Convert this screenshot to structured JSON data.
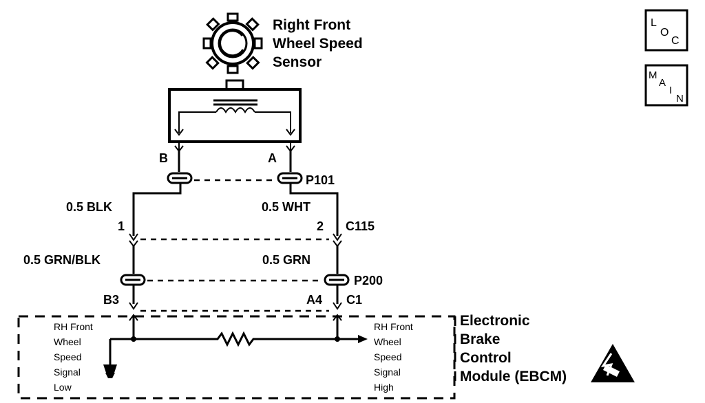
{
  "sensor": {
    "label_line1": "Right Front",
    "label_line2": "Wheel Speed",
    "label_line3": "Sensor"
  },
  "icons": {
    "loc": {
      "main": "L",
      "sub1": "O",
      "sub2": "C"
    },
    "main": {
      "main": "M",
      "sub1": "A",
      "sub2": "I",
      "sub3": "N"
    }
  },
  "pins": {
    "sensor_b": "B",
    "sensor_a": "A"
  },
  "connectors": {
    "p101": "P101",
    "c115": "C115",
    "p200": "P200",
    "c1": "C1"
  },
  "wires": {
    "left_upper": "0.5 BLK",
    "right_upper": "0.5 WHT",
    "left_lower": "0.5 GRN/BLK",
    "right_lower": "0.5 GRN"
  },
  "c115_pins": {
    "left": "1",
    "right": "2"
  },
  "ebcm_pins": {
    "left": "B3",
    "right": "A4"
  },
  "ebcm": {
    "left_signal": [
      "RH Front",
      "Wheel",
      "Speed",
      "Signal",
      "Low"
    ],
    "right_signal": [
      "RH Front",
      "Wheel",
      "Speed",
      "Signal",
      "High"
    ],
    "name_lines": [
      "Electronic",
      "Brake",
      "Control",
      "Module (EBCM)"
    ]
  }
}
